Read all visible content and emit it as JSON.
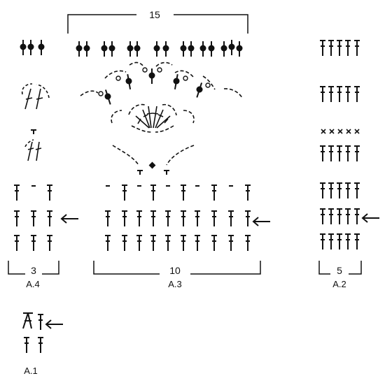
{
  "charts": {
    "a1": {
      "label": "A.1"
    },
    "a2": {
      "label": "A.2",
      "width_count": "5"
    },
    "a3": {
      "label": "A.3",
      "width_count": "10",
      "top_count": "15"
    },
    "a4": {
      "label": "A.4",
      "width_count": "3"
    }
  },
  "symbols": {
    "treble": "treble-crochet-icon",
    "bobble": "bobble-icon",
    "chain": "chain-icon",
    "chain_loop": "chain-loop-icon",
    "picot": "picot-icon",
    "slip_stitch": "slip-stitch-icon",
    "single_crochet": "single-crochet-icon",
    "arrow": "start-arrow-icon"
  },
  "colors": {
    "ink": "#111111"
  }
}
